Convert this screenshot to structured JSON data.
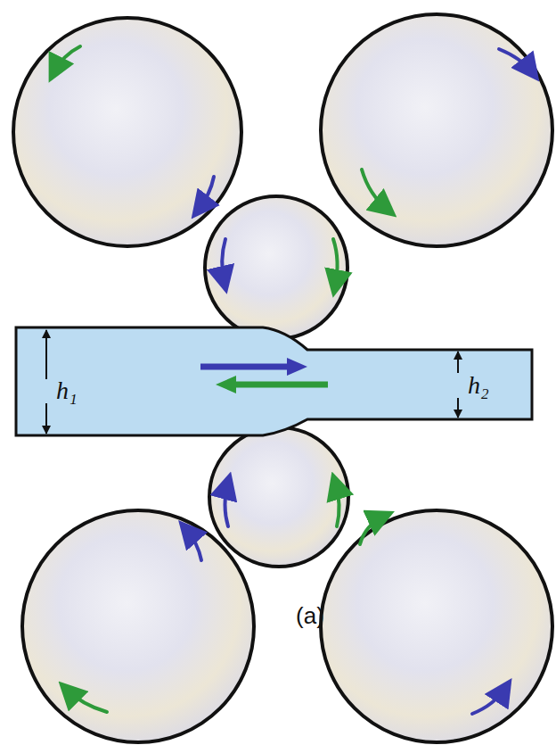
{
  "diagram": {
    "labels": [
      "h₁",
      "h₂",
      "(a)"
    ]
  }
}
